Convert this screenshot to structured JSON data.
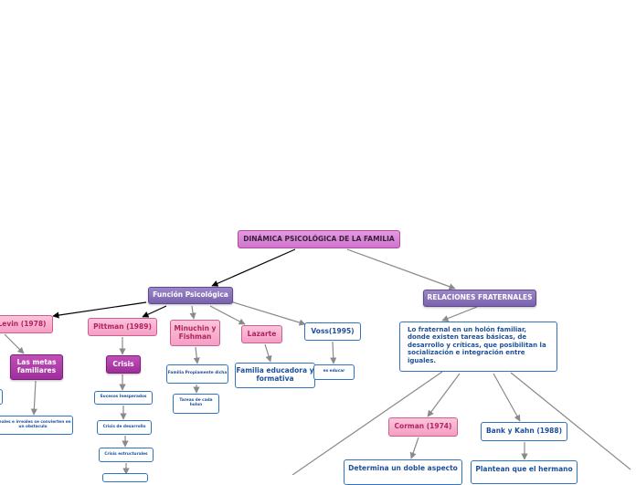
{
  "nodes": {
    "root": "DINÁMICA PSICOLÓGICA DE LA FAMILIA",
    "funcion": "Función Psicológica",
    "relaciones": "RELACIONES FRATERNALES",
    "levin": "Levin (1978)",
    "metas": "Las metas familiares",
    "ideales": "ideales e irreales se convierten en un obstaculo",
    "pittman": "Pittman (1989)",
    "crisis": "Crisis",
    "sucesos": "Sucesos Inesperados",
    "crisis_desarrollo": "Crisis de desarrollo",
    "crisis_estructurales": "Crisis estructurales",
    "minuchin": "Minuchin y Fishman",
    "familia_propiamente": "Familia Propiamente dicha",
    "tareas": "Tareas de cada holon",
    "lazarte": "Lazarte",
    "familia_educadora": "Familia educadora y formativa",
    "voss": "Voss(1995)",
    "es_educar": "es educar",
    "fraternal_def": "Lo fraternal en un holón familiar, donde existen tareas básicas, de desarrollo y críticas, que posibilitan la socialización e integración entre iguales.",
    "corman": "Corman (1974)",
    "bank": "Bank y Kahn (1988)",
    "determina": "Determina un doble aspecto",
    "plantean": "Plantean que el hermano"
  }
}
